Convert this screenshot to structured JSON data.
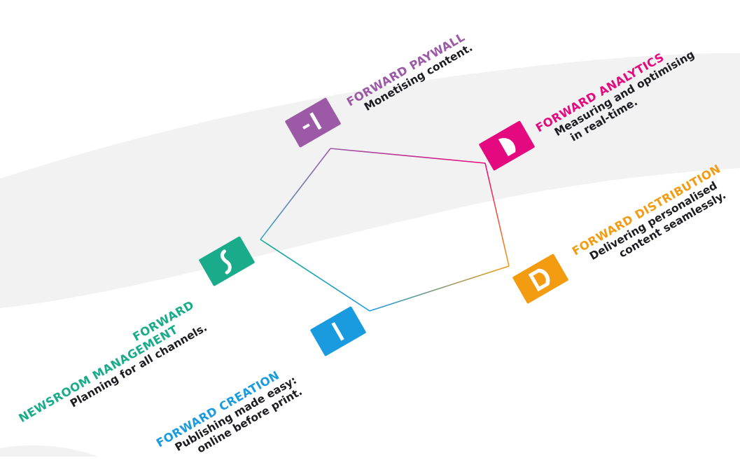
{
  "colors": {
    "paywall": "#9b59a6",
    "analytics": "#e5097f",
    "distribution": "#f39c12",
    "creation": "#1a9be0",
    "newsroom": "#1aab8b",
    "band": "#f2f2f3",
    "text": "#1c1c22"
  },
  "modules": [
    {
      "key": "paywall",
      "icon": "paywall-icon",
      "title": "FORWARD PAYWALL",
      "lines": [
        "Monetising content."
      ]
    },
    {
      "key": "analytics",
      "icon": "analytics-icon",
      "title": "FORWARD ANALYTICS",
      "lines": [
        "Measuring and optimising",
        "in real-time."
      ]
    },
    {
      "key": "distribution",
      "icon": "distribution-icon",
      "title": "FORWARD DISTRIBUTION",
      "lines": [
        "Delivering personalised",
        "content seamlessly."
      ]
    },
    {
      "key": "creation",
      "icon": "creation-icon",
      "title": "FORWARD CREATION",
      "lines": [
        "Publishing made easy:",
        "online before print."
      ]
    },
    {
      "key": "newsroom",
      "icon": "newsroom-icon",
      "title_lines": [
        "FORWARD",
        "NEWSROOM MANAGEMENT"
      ],
      "lines": [
        "Planning for all channels."
      ]
    }
  ]
}
